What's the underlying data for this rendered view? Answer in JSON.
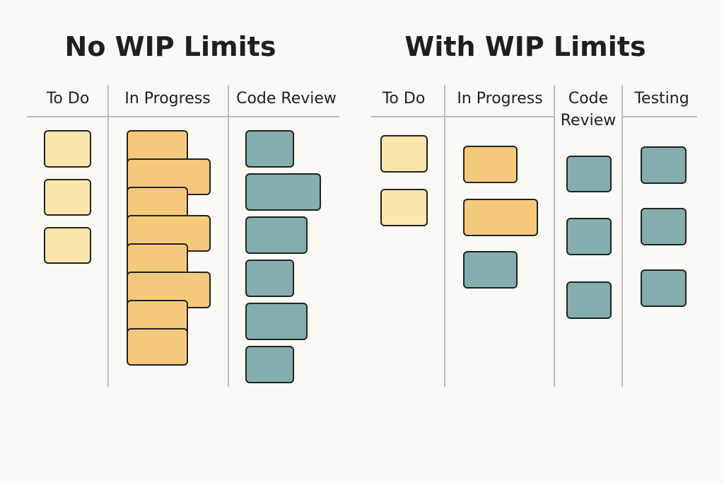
{
  "left_board": {
    "title": "No WIP Limits",
    "columns": [
      "To Do",
      "In Progress",
      "Code Review"
    ]
  },
  "right_board": {
    "title": "With WIP Limits",
    "columns": [
      "To Do",
      "In Progress",
      "Code\nReview",
      "Testing"
    ]
  },
  "card_colors": {
    "todo": "#fbe7ad",
    "inprogress": "#f5c97b",
    "review": "#84aeae"
  }
}
